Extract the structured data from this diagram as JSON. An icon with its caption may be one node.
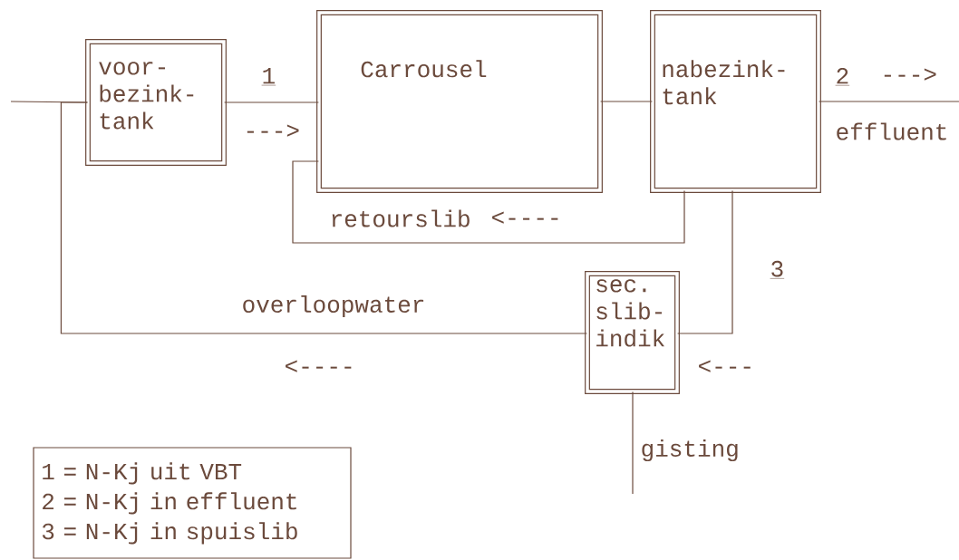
{
  "diagram": {
    "nodes": [
      {
        "text": [
          "voor- bezink- tank"
        ]
      },
      {
        "text": [
          "Carrousel"
        ]
      },
      {
        "text": [
          "nabezink- tank"
        ]
      },
      {
        "text": [
          "sec. slib- indik"
        ]
      },
      {
        "text": [
          "1 = N-Kj uit VBT",
          "2 = N-Kj in effluent",
          "3 = N-Kj in spuislib"
        ]
      }
    ],
    "edges": [
      {
        "from": null,
        "to": 0,
        "arrow": "none"
      },
      {
        "from": 0,
        "to": 1,
        "arrow": "none",
        "label": "1"
      },
      {
        "from": 1,
        "to": 2,
        "arrow": "none"
      },
      {
        "from": 2,
        "to": null,
        "arrow": "none",
        "label": "2"
      },
      {
        "from": 2,
        "to": 1,
        "arrow": "none",
        "label": "retourslib"
      },
      {
        "from": 2,
        "to": 3,
        "arrow": "none",
        "label": "3"
      },
      {
        "from": 3,
        "to": 0,
        "arrow": "none",
        "label": "overloopwater"
      },
      {
        "from": 3,
        "to": null,
        "arrow": "none",
        "label": "gisting"
      }
    ],
    "labels": [
      "--->",
      "--->",
      "effluent",
      "<----",
      "<----",
      "<---"
    ]
  }
}
